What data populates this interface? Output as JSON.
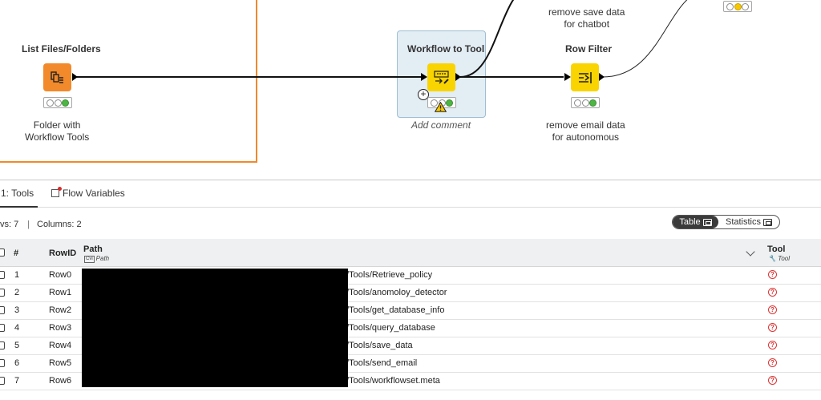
{
  "canvas": {
    "nodes": {
      "list_files": {
        "title": "List Files/Folders",
        "label_line1": "Folder with",
        "label_line2": "Workflow Tools"
      },
      "workflow_to_tool": {
        "title": "Workflow to Tool",
        "add_comment": "Add comment"
      },
      "row_filter": {
        "title": "Row Filter",
        "label_line1": "remove email data",
        "label_line2": "for autonomous"
      },
      "top_node": {
        "label_line1": "remove save data",
        "label_line2": "for chatbot"
      }
    },
    "colors": {
      "orange_node": "#f28a2b",
      "yellow_node": "#f9d400",
      "annotation_border": "#f2882b"
    }
  },
  "tabs": [
    {
      "label": "1: Tools"
    },
    {
      "label": "Flow Variables"
    }
  ],
  "info": {
    "rows": "vs: 7",
    "separator": "|",
    "columns": "Columns: 2"
  },
  "view_switch": {
    "table": "Table",
    "statistics": "Statistics"
  },
  "table": {
    "headers": {
      "num": "#",
      "rowid": "RowID",
      "path": "Path",
      "path_type": "Path",
      "path_type_icon": "Cvi",
      "tool": "Tool",
      "tool_type": "Tool"
    },
    "rows": [
      {
        "num": "1",
        "rowid": "Row0",
        "path": "a/Tools/Retrieve_policy",
        "tool": "?"
      },
      {
        "num": "2",
        "rowid": "Row1",
        "path": "a/Tools/anomoloy_detector",
        "tool": "?"
      },
      {
        "num": "3",
        "rowid": "Row2",
        "path": "a/Tools/get_database_info",
        "tool": "?"
      },
      {
        "num": "4",
        "rowid": "Row3",
        "path": "a/Tools/query_database",
        "tool": "?"
      },
      {
        "num": "5",
        "rowid": "Row4",
        "path": "a/Tools/save_data",
        "tool": "?"
      },
      {
        "num": "6",
        "rowid": "Row5",
        "path": "a/Tools/send_email",
        "tool": "?"
      },
      {
        "num": "7",
        "rowid": "Row6",
        "path": "a/Tools/workflowset.meta",
        "tool": "?"
      }
    ]
  }
}
